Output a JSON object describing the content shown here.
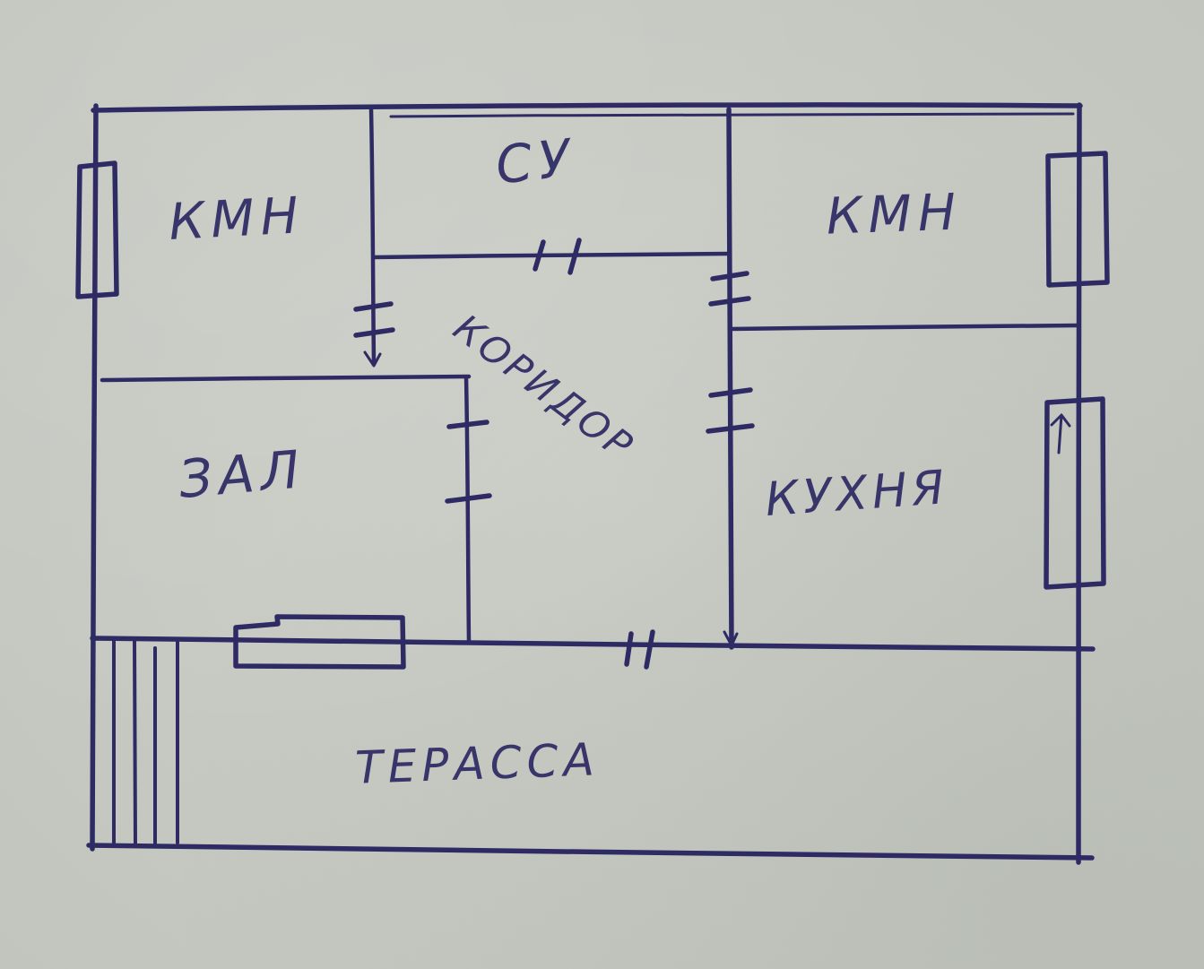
{
  "rooms": {
    "kmn_left": {
      "label": "КМН"
    },
    "su": {
      "label": "СУ"
    },
    "kmn_right": {
      "label": "КМН"
    },
    "koridor": {
      "label": "КОРИДОР"
    },
    "zal": {
      "label": "ЗАЛ"
    },
    "kukhnya": {
      "label": "КУХНЯ"
    },
    "terassa": {
      "label": "ТЕРАССА"
    }
  },
  "colors": {
    "paper": "#c9cdc5",
    "ink": "#2e2a64"
  }
}
